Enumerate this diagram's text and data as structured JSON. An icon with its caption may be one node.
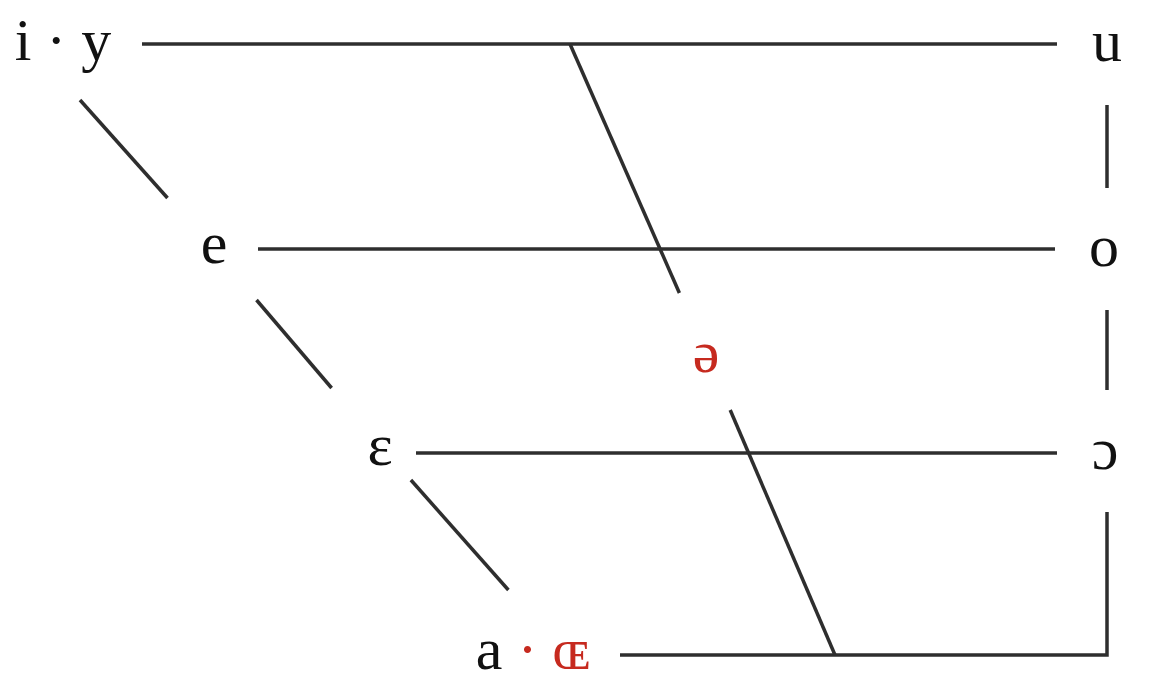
{
  "diagram": {
    "nodes": [
      {
        "text": [
          "i · y"
        ]
      },
      {
        "text": [
          "u"
        ]
      },
      {
        "text": [
          "e"
        ]
      },
      {
        "text": [
          "o"
        ]
      },
      {
        "text": [
          "ə"
        ]
      },
      {
        "text": [
          "ɛ"
        ]
      },
      {
        "text": [
          "ɔ"
        ]
      },
      {
        "text": [
          "a",
          "· ɶ"
        ]
      }
    ],
    "edges": [
      {
        "from": 0,
        "to": 1,
        "arrow": "none"
      },
      {
        "from": 0,
        "to": 2,
        "arrow": "none"
      },
      {
        "from": 2,
        "to": 3,
        "arrow": "none"
      },
      {
        "from": 2,
        "to": 5,
        "arrow": "none"
      },
      {
        "from": 5,
        "to": 6,
        "arrow": "none"
      },
      {
        "from": 5,
        "to": 7,
        "arrow": "none"
      },
      {
        "from": 7,
        "to": 6,
        "arrow": "none"
      },
      {
        "from": 1,
        "to": 3,
        "arrow": "none"
      },
      {
        "from": 3,
        "to": 6,
        "arrow": "none"
      },
      {
        "from": null,
        "to": 4,
        "arrow": "none"
      },
      {
        "from": 4,
        "to": null,
        "arrow": "none"
      }
    ]
  }
}
